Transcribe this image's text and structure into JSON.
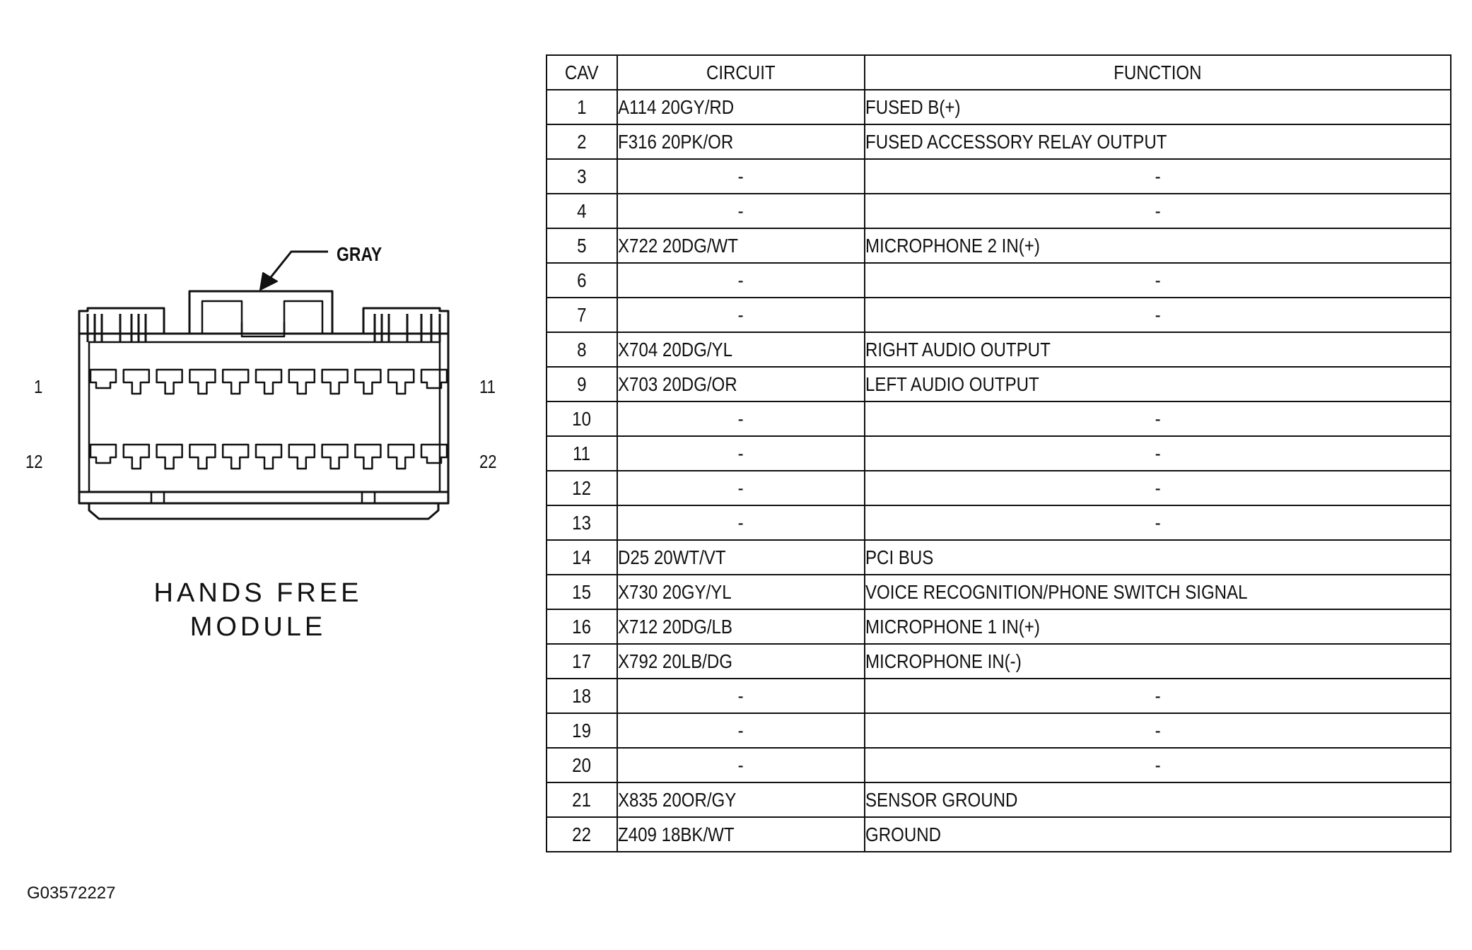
{
  "connector": {
    "color_label": "GRAY",
    "title_line1": "HANDS FREE",
    "title_line2": "MODULE",
    "pin_labels": {
      "top_left": "1",
      "top_right": "11",
      "bottom_left": "12",
      "bottom_right": "22"
    }
  },
  "reference_code": "G03572227",
  "table": {
    "headers": [
      "CAV",
      "CIRCUIT",
      "FUNCTION"
    ],
    "rows": [
      {
        "cav": "1",
        "circuit": "A114 20GY/RD",
        "function": "FUSED B(+)"
      },
      {
        "cav": "2",
        "circuit": "F316 20PK/OR",
        "function": "FUSED ACCESSORY RELAY OUTPUT"
      },
      {
        "cav": "3",
        "circuit": "-",
        "function": "-"
      },
      {
        "cav": "4",
        "circuit": "-",
        "function": "-"
      },
      {
        "cav": "5",
        "circuit": "X722 20DG/WT",
        "function": "MICROPHONE 2 IN(+)"
      },
      {
        "cav": "6",
        "circuit": "-",
        "function": "-"
      },
      {
        "cav": "7",
        "circuit": "-",
        "function": "-"
      },
      {
        "cav": "8",
        "circuit": "X704 20DG/YL",
        "function": "RIGHT AUDIO OUTPUT"
      },
      {
        "cav": "9",
        "circuit": "X703 20DG/OR",
        "function": "LEFT AUDIO OUTPUT"
      },
      {
        "cav": "10",
        "circuit": "-",
        "function": "-"
      },
      {
        "cav": "11",
        "circuit": "-",
        "function": "-"
      },
      {
        "cav": "12",
        "circuit": "-",
        "function": "-"
      },
      {
        "cav": "13",
        "circuit": "-",
        "function": "-"
      },
      {
        "cav": "14",
        "circuit": "D25 20WT/VT",
        "function": "PCI BUS"
      },
      {
        "cav": "15",
        "circuit": "X730 20GY/YL",
        "function": "VOICE RECOGNITION/PHONE SWITCH SIGNAL"
      },
      {
        "cav": "16",
        "circuit": "X712 20DG/LB",
        "function": "MICROPHONE 1 IN(+)"
      },
      {
        "cav": "17",
        "circuit": "X792 20LB/DG",
        "function": "MICROPHONE IN(-)"
      },
      {
        "cav": "18",
        "circuit": "-",
        "function": "-"
      },
      {
        "cav": "19",
        "circuit": "-",
        "function": "-"
      },
      {
        "cav": "20",
        "circuit": "-",
        "function": "-"
      },
      {
        "cav": "21",
        "circuit": "X835 20OR/GY",
        "function": "SENSOR GROUND"
      },
      {
        "cav": "22",
        "circuit": "Z409 18BK/WT",
        "function": "GROUND"
      }
    ]
  }
}
